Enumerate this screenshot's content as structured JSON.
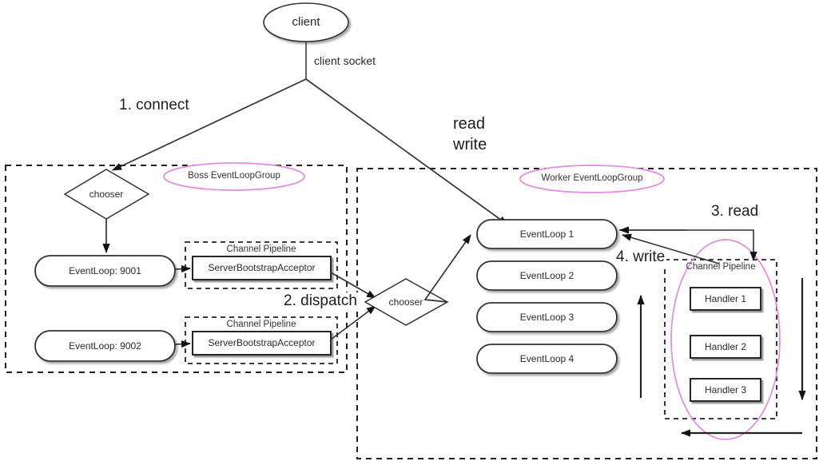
{
  "diagram": {
    "title_nodes": {
      "client": "client",
      "client_socket_label": "client socket"
    },
    "colors": {
      "stroke": "#2b2b2b",
      "group_ellipse": "#e48ae0",
      "pipeline_circle": "#e48ae0",
      "background": "#ffffff",
      "text": "#2b2b2b"
    },
    "steps": {
      "connect": "1. connect",
      "dispatch": "2. dispatch",
      "read": "3. read",
      "write": "4. write",
      "read_write_top": "read",
      "read_write_bottom": "write"
    },
    "boss_group": {
      "label": "Boss EventLoopGroup",
      "chooser": "chooser",
      "event_loops": [
        "EventLoop: 9001",
        "EventLoop: 9002"
      ],
      "pipelines": [
        {
          "title": "Channel Pipeline",
          "handler": "ServerBootstrapAcceptor"
        },
        {
          "title": "Channel Pipeline",
          "handler": "ServerBootstrapAcceptor"
        }
      ]
    },
    "worker_group": {
      "label": "Worker EventLoopGroup",
      "chooser": "chooser",
      "event_loops": [
        "EventLoop 1",
        "EventLoop 2",
        "EventLoop 3",
        "EventLoop 4"
      ],
      "pipeline": {
        "title": "Channel Pipeline",
        "handlers": [
          "Handler 1",
          "Handler 2",
          "Handler 3"
        ]
      }
    }
  }
}
